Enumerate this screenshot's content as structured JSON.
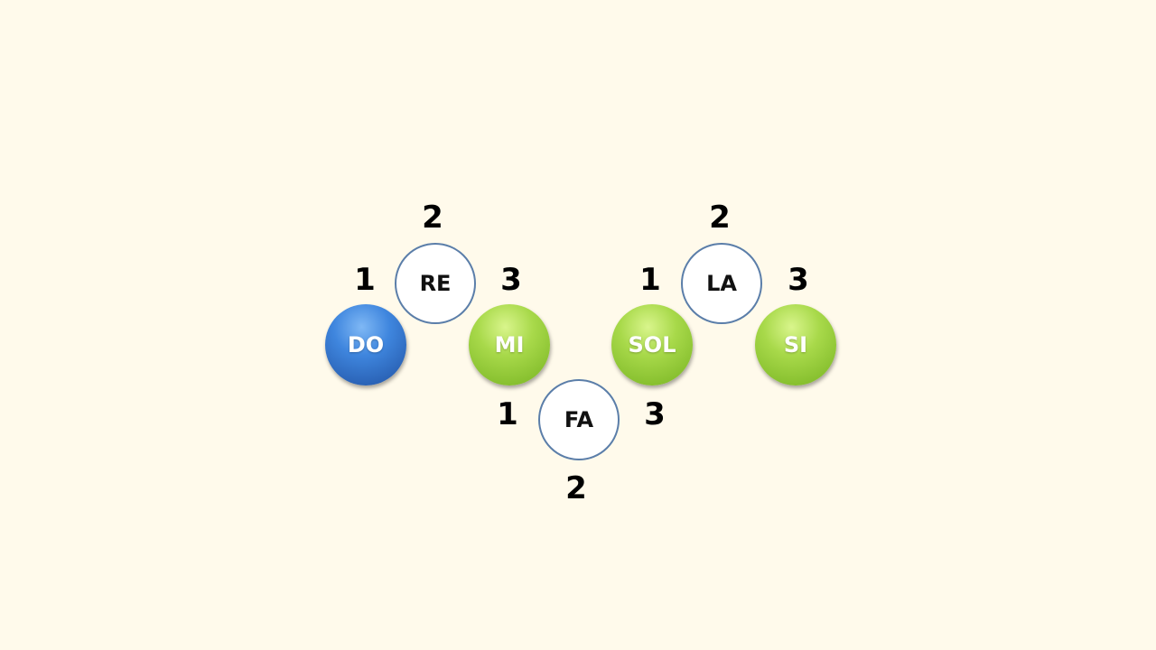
{
  "notes": {
    "do": "DO",
    "re": "RE",
    "mi": "MI",
    "fa": "FA",
    "sol": "SOL",
    "la": "LA",
    "si": "SI"
  },
  "fingerings": {
    "re": {
      "left": "1",
      "top": "2",
      "right": "3"
    },
    "fa": {
      "left": "1",
      "bottom": "2",
      "right": "3"
    },
    "la": {
      "left": "1",
      "top": "2",
      "right": "3"
    }
  },
  "colors": {
    "background": "#fffaeb",
    "do_fill": "#3f86de",
    "green_fill": "#a8d94a",
    "outline_stroke": "#5b7ea9"
  }
}
